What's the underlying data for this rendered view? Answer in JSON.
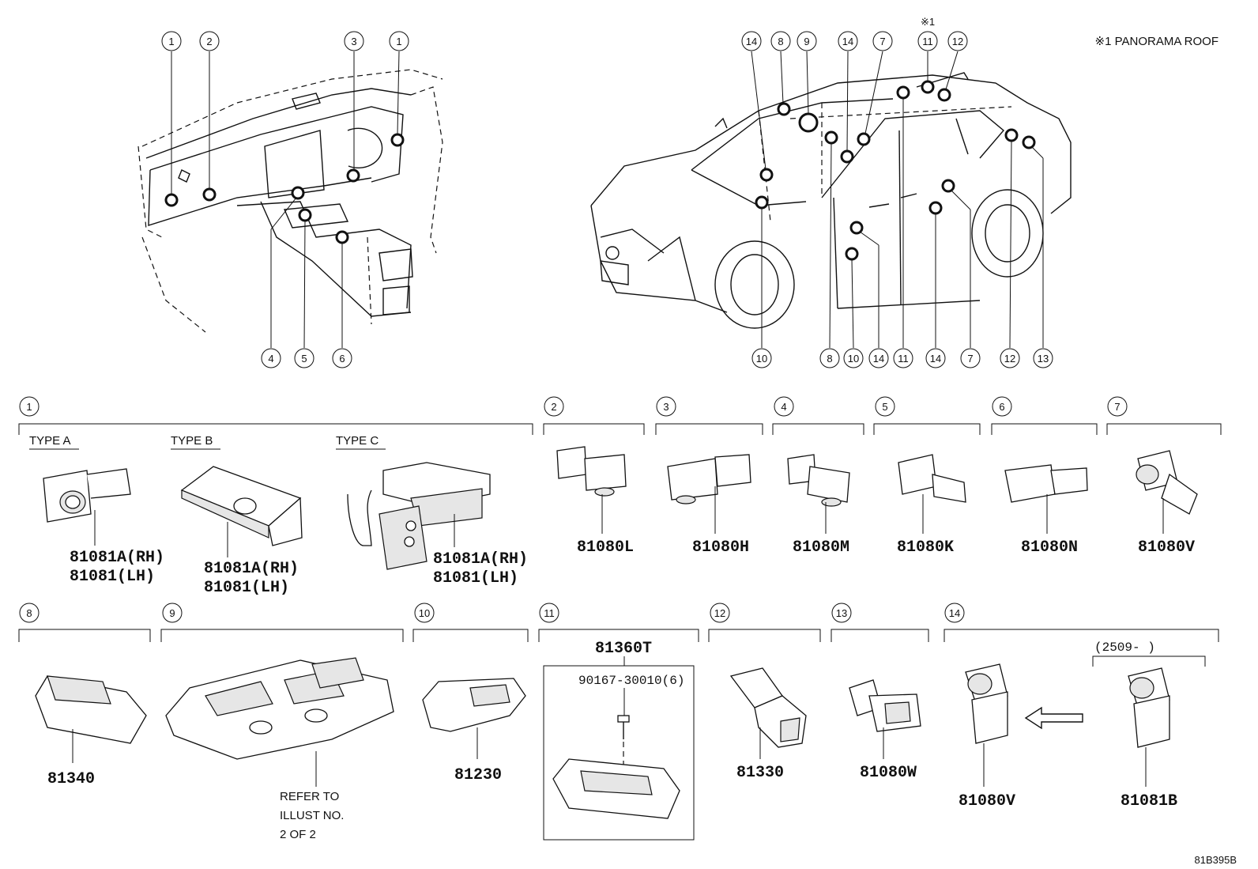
{
  "note_panorama": "※1 PANORAMA ROOF",
  "note_mark": "※1",
  "illust_code": "81B395B",
  "callouts": [
    "1",
    "2",
    "3",
    "4",
    "5",
    "6",
    "7",
    "8",
    "9",
    "10",
    "11",
    "12",
    "13",
    "14"
  ],
  "sections": {
    "s1": {
      "num": "1",
      "type_a": "TYPE A",
      "type_b": "TYPE B",
      "type_c": "TYPE C",
      "a_rh": "81081A(RH)",
      "a_lh": "81081(LH)",
      "b_rh": "81081A(RH)",
      "b_lh": "81081(LH)",
      "c_rh": "81081A(RH)",
      "c_lh": "81081(LH)"
    },
    "s2": {
      "num": "2",
      "part": "81080L"
    },
    "s3": {
      "num": "3",
      "part": "81080H"
    },
    "s4": {
      "num": "4",
      "part": "81080M"
    },
    "s5": {
      "num": "5",
      "part": "81080K"
    },
    "s6": {
      "num": "6",
      "part": "81080N"
    },
    "s7": {
      "num": "7",
      "part": "81080V"
    },
    "s8": {
      "num": "8",
      "part": "81340"
    },
    "s9": {
      "num": "9",
      "refer1": "REFER TO",
      "refer2": "ILLUST NO.",
      "refer3": "2 OF 2"
    },
    "s10": {
      "num": "10",
      "part": "81230"
    },
    "s11": {
      "num": "11",
      "part": "81360T",
      "screw": "90167-30010(6)"
    },
    "s12": {
      "num": "12",
      "part": "81330"
    },
    "s13": {
      "num": "13",
      "part": "81080W"
    },
    "s14": {
      "num": "14",
      "part_old": "81080V",
      "part_new": "81081B",
      "date_range": "(2509-      )"
    }
  }
}
